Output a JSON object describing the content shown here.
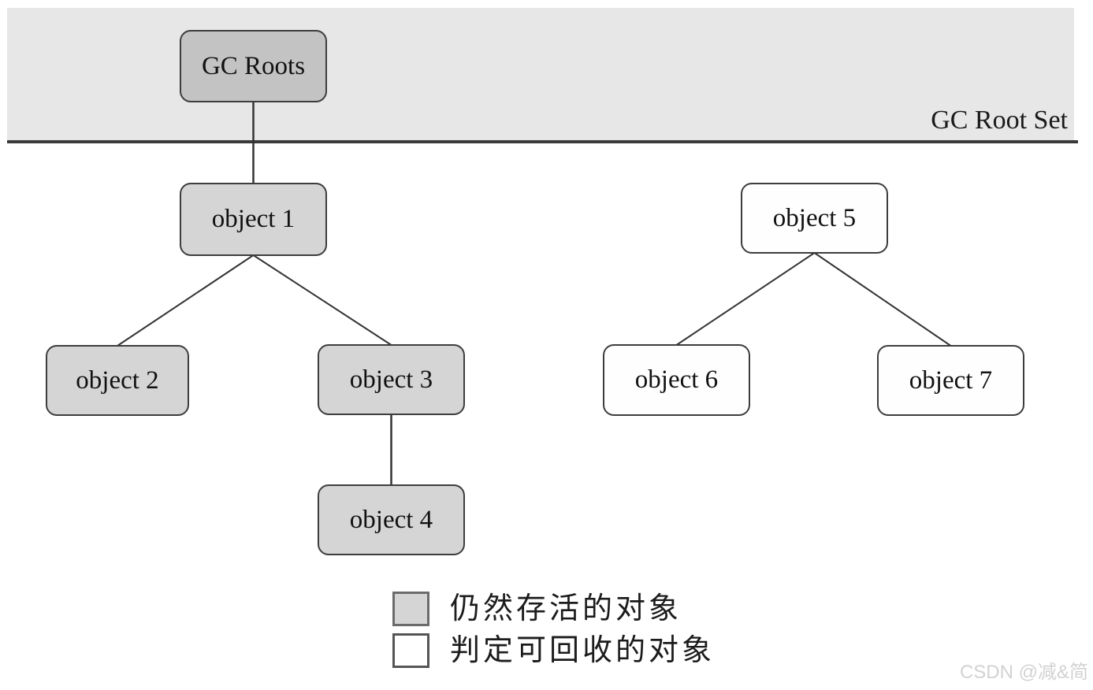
{
  "header": {
    "root_set_label": "GC Root Set"
  },
  "diagram": {
    "nodes": {
      "gc_roots": {
        "label": "GC Roots",
        "status": "root"
      },
      "object1": {
        "label": "object 1",
        "status": "alive"
      },
      "object2": {
        "label": "object 2",
        "status": "alive"
      },
      "object3": {
        "label": "object 3",
        "status": "alive"
      },
      "object4": {
        "label": "object 4",
        "status": "alive"
      },
      "object5": {
        "label": "object 5",
        "status": "recyclable"
      },
      "object6": {
        "label": "object 6",
        "status": "recyclable"
      },
      "object7": {
        "label": "object 7",
        "status": "recyclable"
      }
    },
    "edges": [
      {
        "from": "gc_roots",
        "to": "object1"
      },
      {
        "from": "object1",
        "to": "object2"
      },
      {
        "from": "object1",
        "to": "object3"
      },
      {
        "from": "object3",
        "to": "object4"
      },
      {
        "from": "object5",
        "to": "object6"
      },
      {
        "from": "object5",
        "to": "object7"
      }
    ]
  },
  "legend": {
    "items": [
      {
        "label": "仍然存活的对象",
        "swatch_color": "#d5d5d5"
      },
      {
        "label": "判定可回收的对象",
        "swatch_color": "#ffffff"
      }
    ]
  },
  "watermark": "CSDN @减&简",
  "colors": {
    "root_band": "#e7e7e7",
    "band_line": "#3a3a3a",
    "root_node_fill": "#c3c3c3",
    "alive_fill": "#d5d5d5",
    "recyclable_fill": "#fefefe",
    "node_border": "#3d3d3d",
    "edge_line": "#333333"
  }
}
